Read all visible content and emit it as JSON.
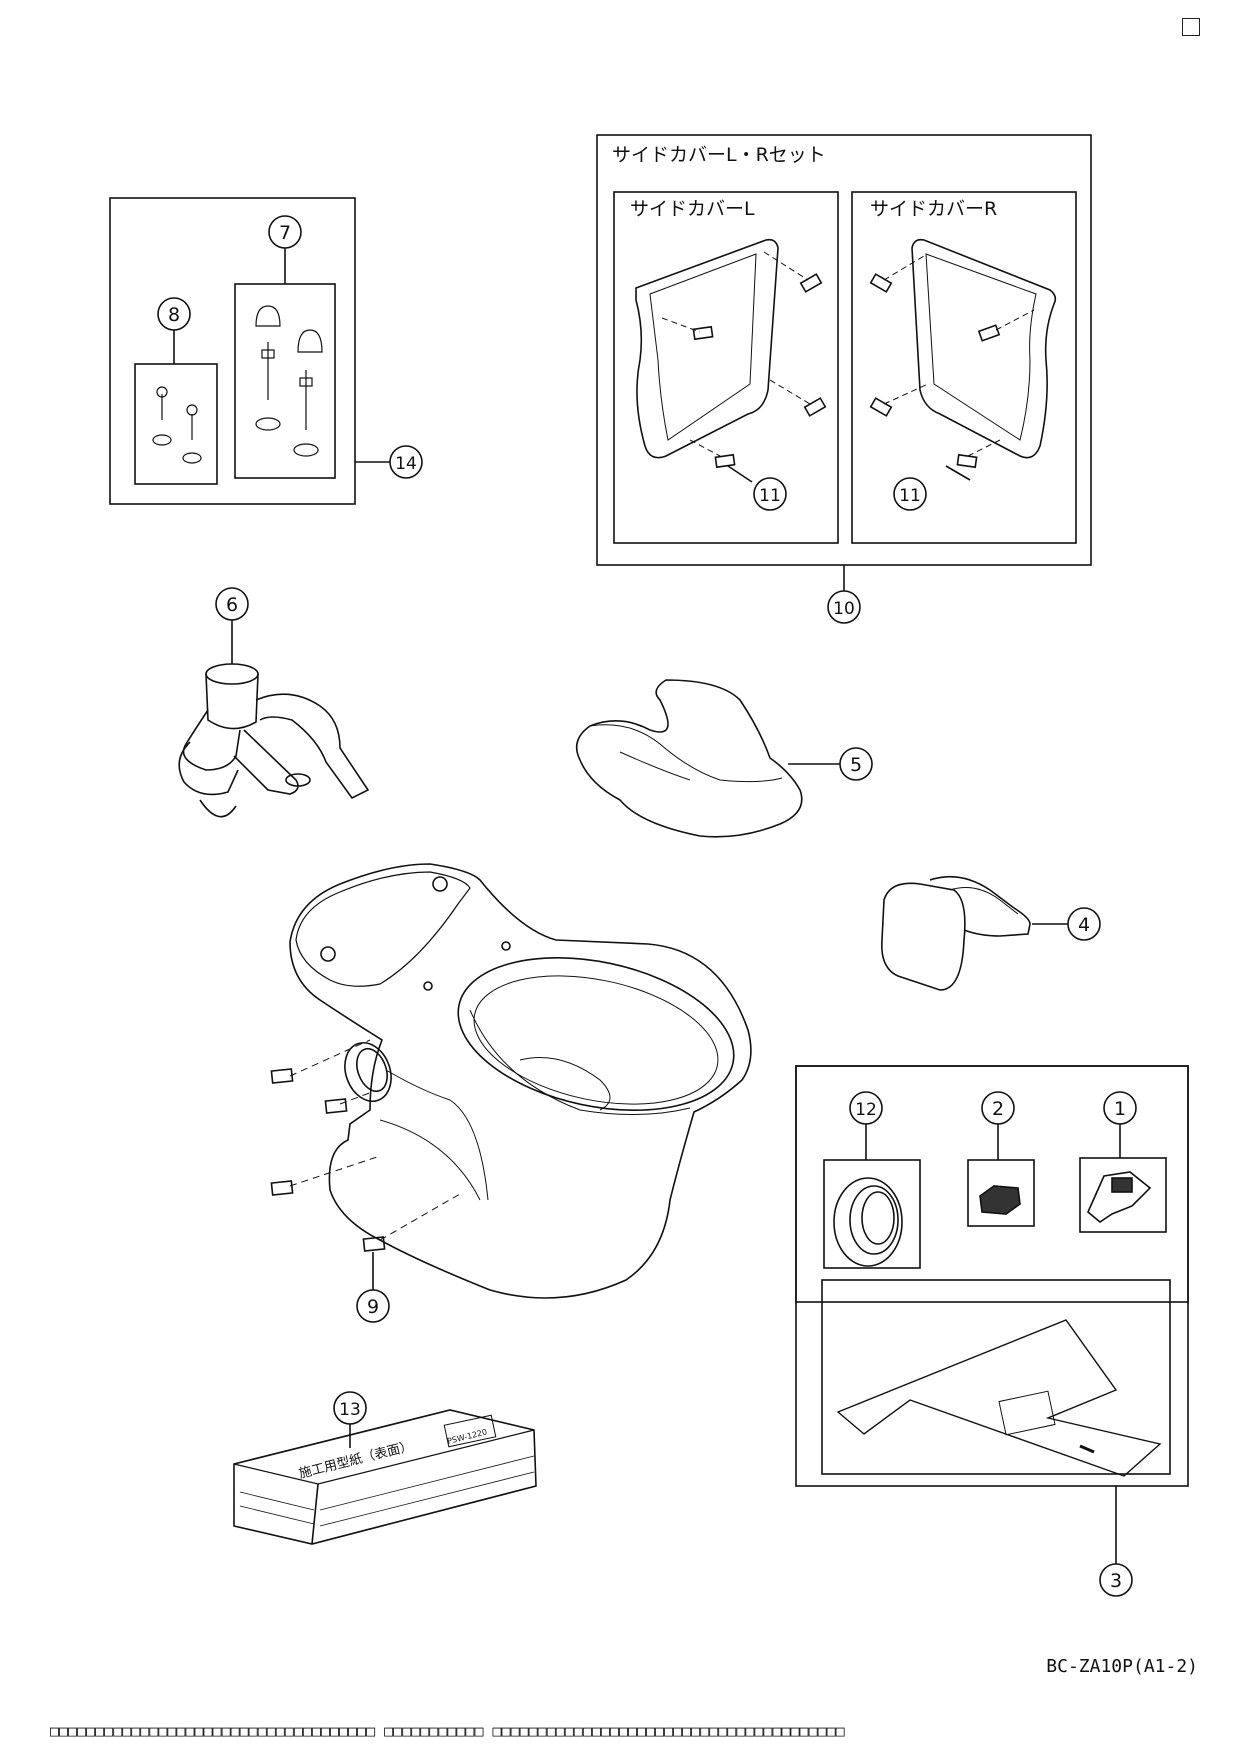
{
  "labels": {
    "side_cover_set": "サイドカバーL・Rセット",
    "side_cover_l": "サイドカバーL",
    "side_cover_r": "サイドカバーR"
  },
  "callouts": [
    "1",
    "2",
    "3",
    "4",
    "5",
    "6",
    "7",
    "8",
    "9",
    "10",
    "11",
    "11",
    "12",
    "13",
    "14"
  ],
  "doc_ref": "BC-ZA10P(A1-2)",
  "footer_code": "□□□□□□□□□□□□□□□□□□□□□□□□□□□□□□□□□□□□ □□□□□□□□□□□ □□□□□□□□□□□□□□□□□□□□□□□□□□□□□□□□□□□□□□□",
  "box13_text": "施工用型紙（表面）",
  "box13_model": "PSW-1220"
}
